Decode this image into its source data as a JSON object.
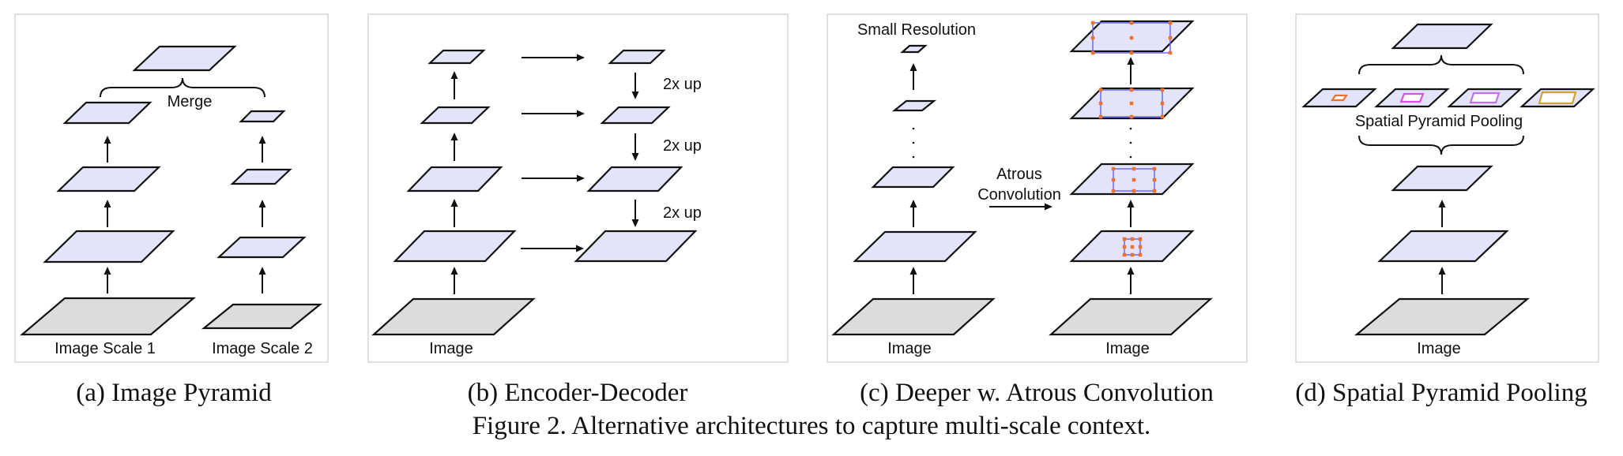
{
  "colors": {
    "feature_map_fill": "#e3e4fa",
    "image_fill": "#dcdcdc",
    "outline": "#111111",
    "panel_border": "#d6d6d6",
    "atrous_dot": "#f07030",
    "atrous_frame": "#6a6af0",
    "spp_levels": [
      "#f07030",
      "#e04ee8",
      "#c070f0",
      "#d0a030"
    ]
  },
  "panels": {
    "a": {
      "caption": "(a) Image Pyramid",
      "merge_label": "Merge",
      "input_labels": [
        "Image Scale 1",
        "Image Scale 2"
      ]
    },
    "b": {
      "caption": "(b) Encoder-Decoder",
      "input_label": "Image",
      "upsample_labels": [
        "2x up",
        "2x up",
        "2x up"
      ]
    },
    "c": {
      "caption": "(c) Deeper w. Atrous Convolution",
      "top_label": "Small Resolution",
      "transform_label_line1": "Atrous",
      "transform_label_line2": "Convolution",
      "input_labels": [
        "Image",
        "Image"
      ]
    },
    "d": {
      "caption": "(d) Spatial Pyramid Pooling",
      "pooling_label": "Spatial Pyramid Pooling",
      "input_label": "Image"
    }
  },
  "figure_caption": "Figure 2. Alternative architectures to capture multi-scale context."
}
